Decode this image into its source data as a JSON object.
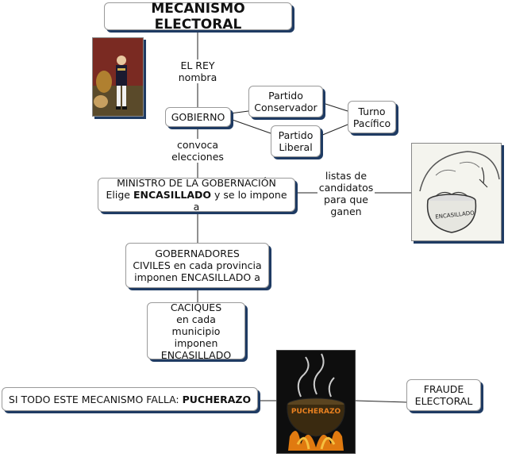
{
  "title": "MECANISMO ELECTORAL",
  "rey_label": [
    "EL REY",
    "nombra"
  ],
  "gobierno": "GOBIERNO",
  "conservador": [
    "Partido",
    "Conservador"
  ],
  "liberal": [
    "Partido",
    "Liberal"
  ],
  "turno": [
    "Turno",
    "Pacífico"
  ],
  "convoca": [
    "convoca",
    "elecciones"
  ],
  "ministro": {
    "line1": "MINISTRO DE LA GOBERNACIÓN",
    "pre": "Elige ",
    "bold": "ENCASILLADO",
    "post": " y se lo impone a"
  },
  "listas": [
    "listas de",
    "candidatos",
    "para que",
    "ganen"
  ],
  "gobernadores": [
    "GOBERNADORES",
    "CIVILES en cada provincia",
    "imponen ENCASILLADO a"
  ],
  "caciques": [
    "CACIQUES",
    "en cada municipio",
    "imponen",
    "ENCASILLADO"
  ],
  "pucherazo": {
    "pre": "SI TODO ESTE MECANISMO FALLA: ",
    "bold": "PUCHERAZO"
  },
  "fraude": [
    "FRAUDE",
    "ELECTORAL"
  ],
  "pot_label": "ENCASILLADO",
  "pot2_label": "PUCHERAZO",
  "colors": {
    "shadow": "#1f3b63",
    "fire": "#e07a10",
    "pot": "#3a2a10"
  }
}
